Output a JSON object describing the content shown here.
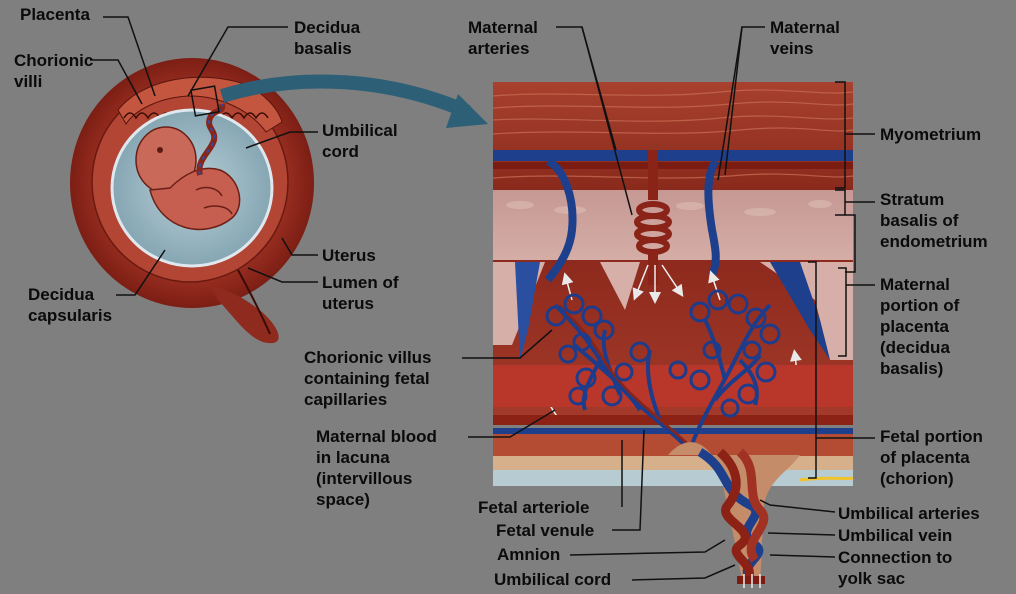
{
  "labels": {
    "placenta": "Placenta",
    "chorionic_villi": "Chorionic\nvilli",
    "decidua_basalis": "Decidua\nbasalis",
    "umbilical_cord_left": "Umbilical\ncord",
    "uterus": "Uterus",
    "lumen_of_uterus": "Lumen of\nuterus",
    "decidua_capsularis": "Decidua\ncapsularis",
    "maternal_arteries": "Maternal\narteries",
    "maternal_veins": "Maternal\nveins",
    "myometrium": "Myometrium",
    "stratum_basalis": "Stratum\nbasalis of\nendometrium",
    "maternal_portion": "Maternal\nportion of\nplacenta\n(decidua\nbasalis)",
    "chorionic_villus": "Chorionic villus\ncontaining fetal\ncapillaries",
    "maternal_blood": "Maternal blood\nin lacuna\n(intervillous\nspace)",
    "fetal_portion": "Fetal portion\nof placenta\n(chorion)",
    "fetal_arteriole": "Fetal arteriole",
    "fetal_venule": "Fetal venule",
    "amnion": "Amnion",
    "umbilical_cord_bottom": "Umbilical cord",
    "umbilical_arteries": "Umbilical arteries",
    "umbilical_vein": "Umbilical vein",
    "connection_yolk_sac": "Connection to\nyolk sac"
  },
  "colors": {
    "background": "#7f7f7f",
    "muscle": "#9a2e22",
    "muscle_dark": "#6e1a12",
    "artery": "#8a2418",
    "vein": "#1d3f8c",
    "endometrium": "#c79a93",
    "amniotic": "#a9c2cc",
    "chorion": "#b25a3a"
  }
}
